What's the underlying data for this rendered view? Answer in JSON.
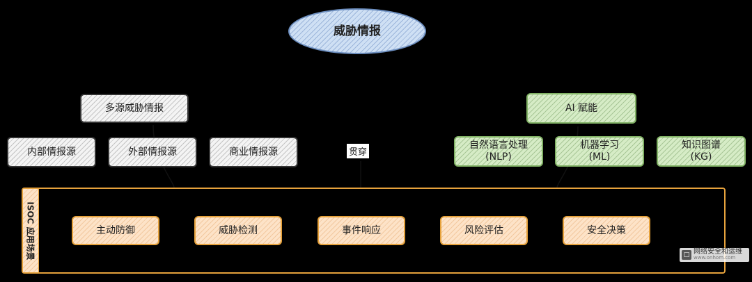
{
  "diagram": {
    "root": {
      "label": "威胁情报"
    },
    "left_group": {
      "label": "多源威胁情报",
      "children": [
        "内部情报源",
        "外部情报源",
        "商业情报源"
      ]
    },
    "right_group": {
      "label": "AI 赋能",
      "children": [
        {
          "line1": "自然语言处理",
          "line2": "(NLP)"
        },
        {
          "line1": "机器学习",
          "line2": "(ML)"
        },
        {
          "line1": "知识图谱",
          "line2": "(KG)"
        }
      ]
    },
    "connector_label": "贯穿",
    "frame": {
      "label": "ISOC 应用场景",
      "items": [
        "主动防御",
        "威胁检测",
        "事件响应",
        "风险评估",
        "安全决策"
      ]
    }
  },
  "watermark": {
    "text": "网络安全和运维",
    "url": "www.onhom.com"
  },
  "colors": {
    "background": "#000000",
    "gray_fill": "#f4f4f4",
    "green_fill": "#d6ecc6",
    "green_stroke": "#82b366",
    "orange_fill": "#fde3c8",
    "orange_stroke": "#e6a23c",
    "blue_fill": "#cfe0f4",
    "blue_stroke": "#6c8ebf"
  }
}
